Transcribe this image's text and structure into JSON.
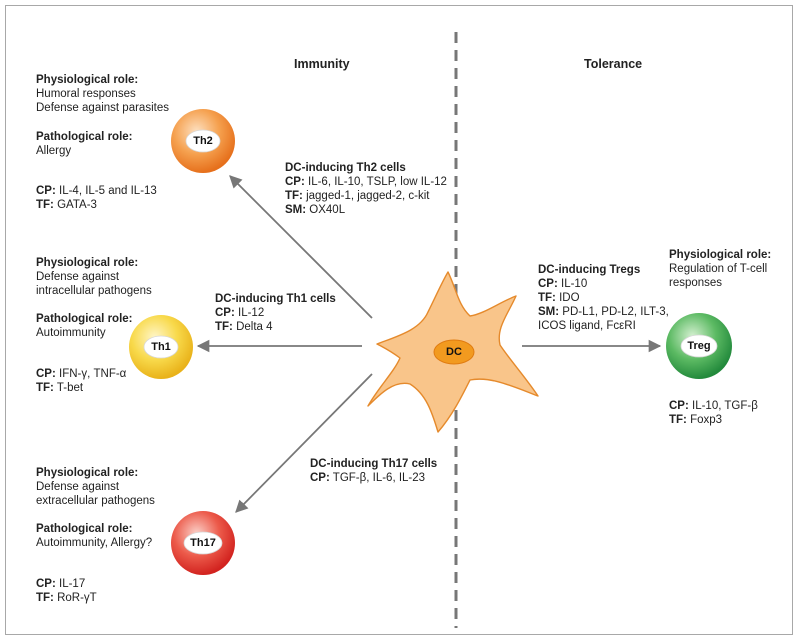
{
  "headers": {
    "immunity": "Immunity",
    "tolerance": "Tolerance"
  },
  "colors": {
    "th2": "#f0892b",
    "th1": "#f5c829",
    "th17": "#e3312f",
    "treg": "#2e9a47",
    "dc_body": "#f9c58a",
    "dc_outline": "#e58a2c",
    "dc_nucleus": "#f29a1f",
    "arrow": "#777777",
    "divider": "#777777"
  },
  "cells": {
    "th2": {
      "label": "Th2"
    },
    "th1": {
      "label": "Th1"
    },
    "th17": {
      "label": "Th17"
    },
    "treg": {
      "label": "Treg"
    },
    "dc": {
      "label": "DC"
    }
  },
  "th2_info": {
    "physio_title": "Physiological role:",
    "physio_1": "Humoral responses",
    "physio_2": "Defense against parasites",
    "patho_title": "Pathological role:",
    "patho_1": "Allergy",
    "cp_key": "CP:",
    "cp_val": " IL-4, IL-5 and IL-13",
    "tf_key": "TF:",
    "tf_val": " GATA-3"
  },
  "th1_info": {
    "physio_title": "Physiological role:",
    "physio_1": "Defense against",
    "physio_2": "intracellular pathogens",
    "patho_title": "Pathological role:",
    "patho_1": "Autoimmunity",
    "cp_key": "CP:",
    "cp_val": " IFN-γ, TNF-α",
    "tf_key": "TF:",
    "tf_val": " T-bet"
  },
  "th17_info": {
    "physio_title": "Physiological role:",
    "physio_1": "Defense against",
    "physio_2": "extracellular pathogens",
    "patho_title": "Pathological role:",
    "patho_1": "Autoimmunity, Allergy?",
    "cp_key": "CP:",
    "cp_val": " IL-17",
    "tf_key": "TF:",
    "tf_val": " RoR-γT"
  },
  "treg_info": {
    "physio_title": "Physiological role:",
    "physio_1": "Regulation of T-cell",
    "physio_2": "responses",
    "cp_key": "CP:",
    "cp_val": " IL-10, TGF-β",
    "tf_key": "TF:",
    "tf_val": " Foxp3"
  },
  "dc_th2": {
    "title": "DC-inducing Th2 cells",
    "cp_key": "CP:",
    "cp_val": " IL-6, IL-10, TSLP, low IL-12",
    "tf_key": "TF:",
    "tf_val": " jagged-1, jagged-2, c-kit",
    "sm_key": "SM:",
    "sm_val": " OX40L"
  },
  "dc_th1": {
    "title": "DC-inducing Th1 cells",
    "cp_key": "CP:",
    "cp_val": " IL-12",
    "tf_key": "TF:",
    "tf_val": " Delta 4"
  },
  "dc_th17": {
    "title": "DC-inducing Th17 cells",
    "cp_key": "CP:",
    "cp_val": " TGF-β, IL-6, IL-23"
  },
  "dc_treg": {
    "title": "DC-inducing Tregs",
    "cp_key": "CP:",
    "cp_val": " IL-10",
    "tf_key": "TF:",
    "tf_val": " IDO",
    "sm_key": "SM:",
    "sm_val": " PD-L1, PD-L2, ILT-3,",
    "sm_cont": "ICOS ligand, FcεRI"
  }
}
